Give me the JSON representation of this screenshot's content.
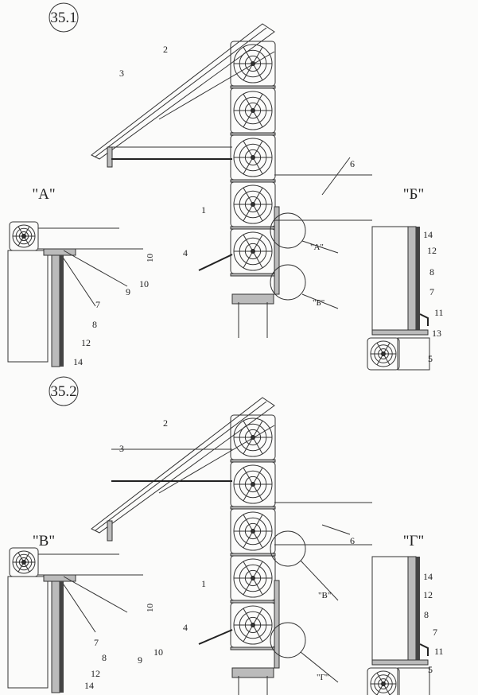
{
  "figures": [
    {
      "number": "35.1",
      "main_labels": {
        "rafter": "2",
        "roof": "3",
        "ceiling": "6",
        "log": "1",
        "sill": "4"
      },
      "callouts": {
        "a": "\"А\"",
        "b": "\"Б\""
      },
      "detail_titles": {
        "left": "\"А\"",
        "right": "\"Б\""
      },
      "detail_left_labels": {
        "dim": "10",
        "n10": "10",
        "n9": "9",
        "n7": "7",
        "n8": "8",
        "n12": "12",
        "n14": "14"
      },
      "detail_right_labels": {
        "n14": "14",
        "n12": "12",
        "n8": "8",
        "n7": "7",
        "n11": "11",
        "n13": "13",
        "n5": "5"
      }
    },
    {
      "number": "35.2",
      "main_labels": {
        "rafter": "2",
        "roof": "3",
        "ceiling": "6",
        "log": "1",
        "sill": "4"
      },
      "callouts": {
        "a": "\"В\"",
        "b": "\"Г\""
      },
      "detail_titles": {
        "left": "\"В\"",
        "right": "\"Г\""
      },
      "detail_left_labels": {
        "dim": "10",
        "n10": "10",
        "n9": "9",
        "n7": "7",
        "n8": "8",
        "n12": "12",
        "n14": "14"
      },
      "detail_right_labels": {
        "n14": "14",
        "n12": "12",
        "n8": "8",
        "n7": "7",
        "n11": "11",
        "n5": "5"
      }
    }
  ]
}
